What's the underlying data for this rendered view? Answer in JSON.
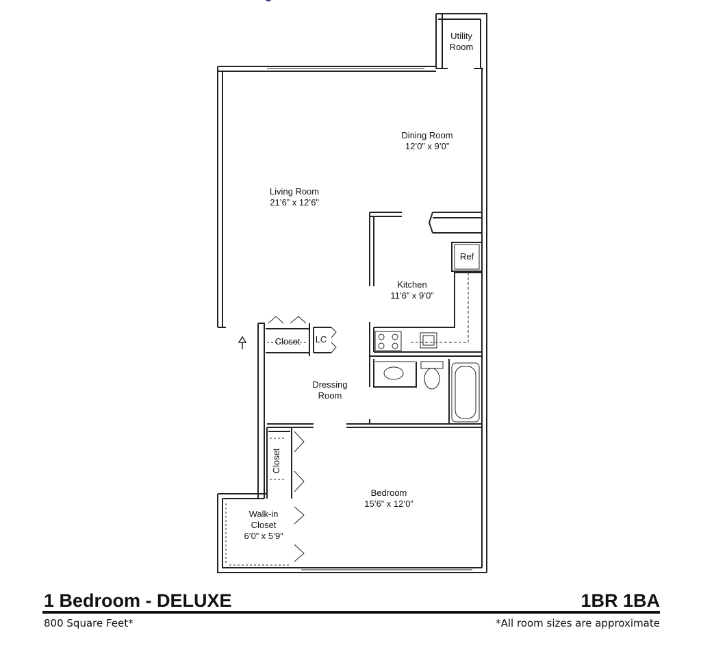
{
  "plan": {
    "title": "1 Bedroom - DELUXE",
    "unit_code": "1BR 1BA",
    "area": "800 Square Feet*",
    "disclaimer": "*All room sizes are approximate",
    "accent_color": "#3a3a8a"
  },
  "rooms": {
    "utility": {
      "line1": "Utility",
      "line2": "Room"
    },
    "dining": {
      "name": "Dining Room",
      "size": "12’0” x 9’0”"
    },
    "living": {
      "name": "Living Room",
      "size": "21’6” x 12’6”"
    },
    "kitchen": {
      "name": "Kitchen",
      "size": "11’6” x 9’0”"
    },
    "ref": {
      "name": "Ref"
    },
    "closet_hall": {
      "name": "Closet"
    },
    "linen_closet": {
      "name": "LC"
    },
    "dressing": {
      "line1": "Dressing",
      "line2": "Room"
    },
    "closet_bedroom": {
      "name": "Closet"
    },
    "bedroom": {
      "name": "Bedroom",
      "size": "15’6” x 12’0”"
    },
    "walkin": {
      "line1": "Walk-in",
      "line2": "Closet",
      "size": "6’0” x 5’9”"
    }
  }
}
